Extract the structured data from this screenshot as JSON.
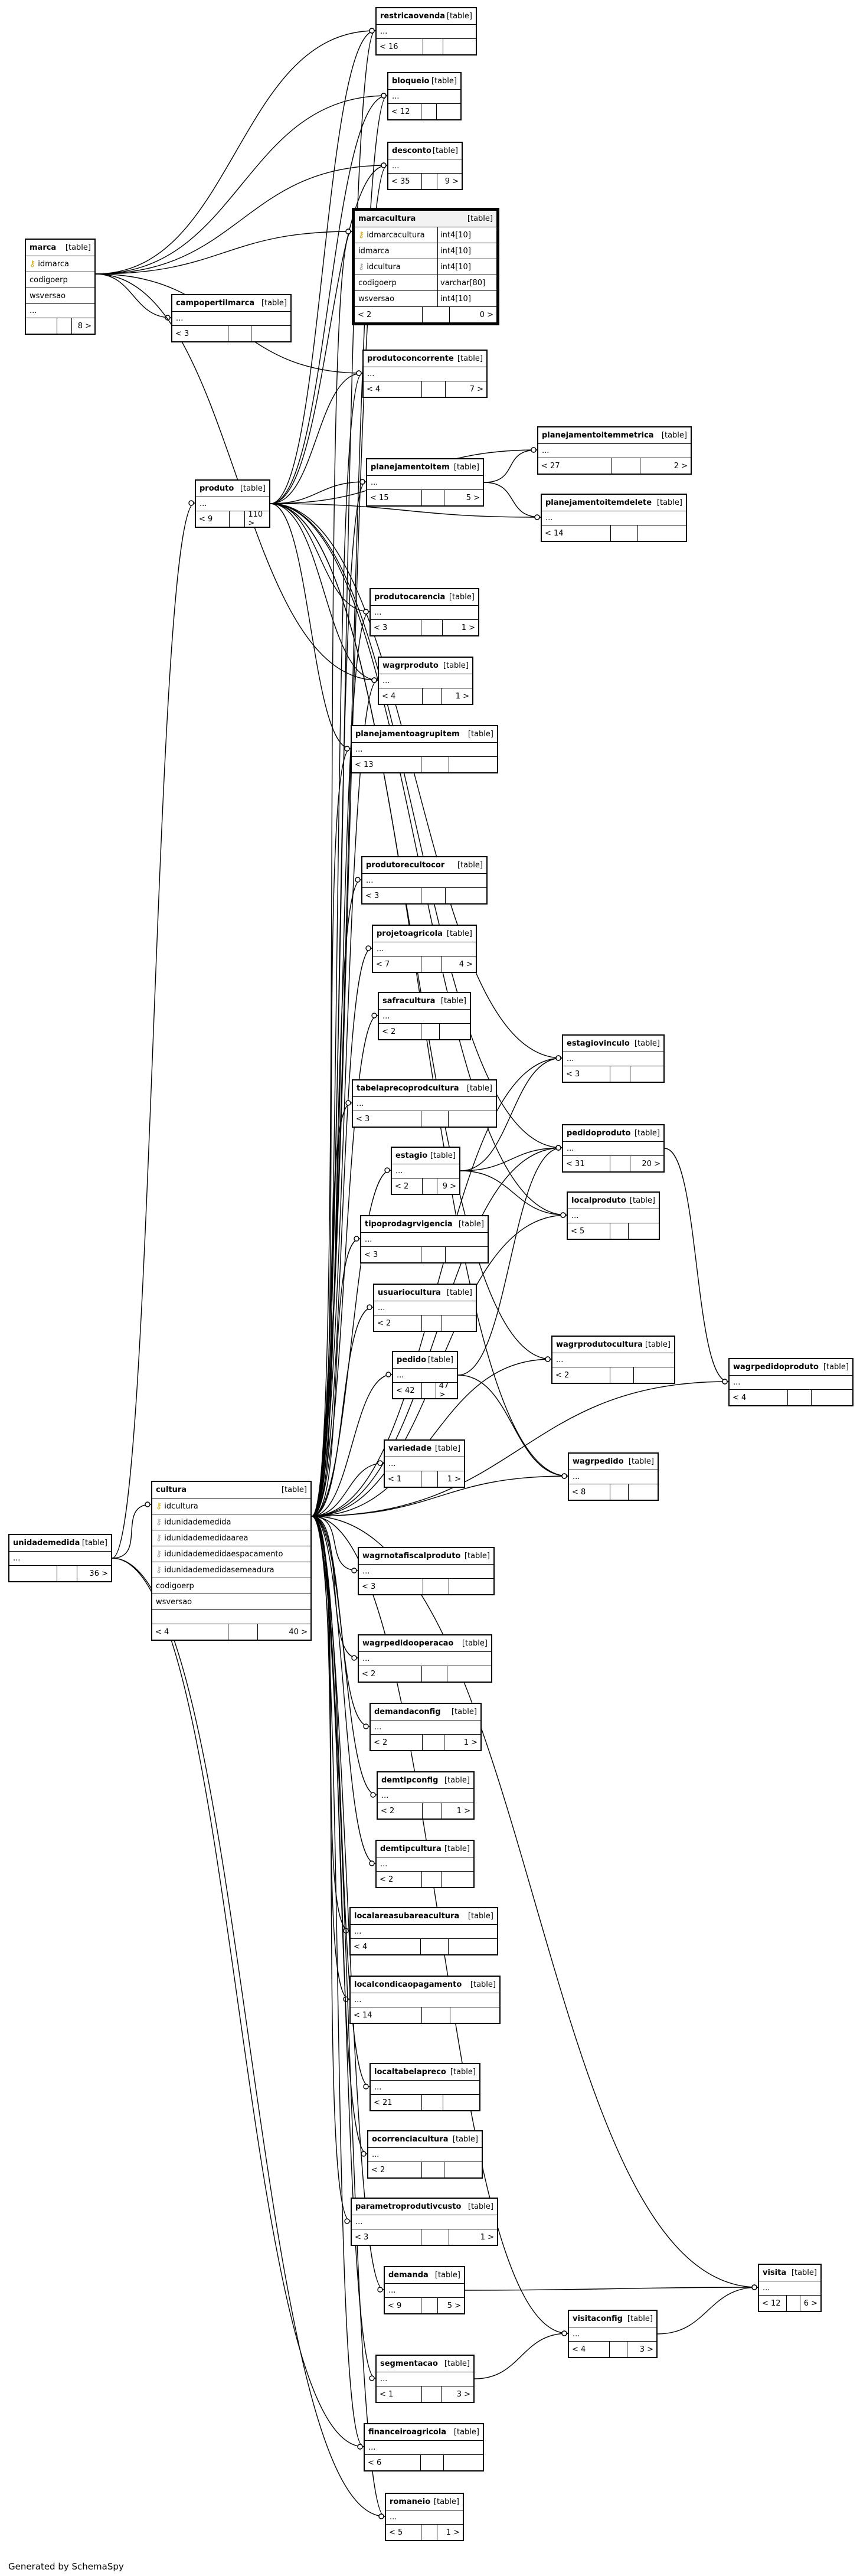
{
  "footer": "Generated by SchemaSpy",
  "tables": {
    "restricaovenda": {
      "name": "restricaovenda",
      "type": "[table]",
      "ell": "...",
      "left": "< 16",
      "right": ""
    },
    "bloqueio": {
      "name": "bloqueio",
      "type": "[table]",
      "ell": "...",
      "left": "< 12",
      "right": ""
    },
    "desconto": {
      "name": "desconto",
      "type": "[table]",
      "ell": "...",
      "left": "< 35",
      "right": "9 >"
    },
    "marcacultura": {
      "name": "marcacultura",
      "type": "[table]",
      "left": "< 2",
      "right": "0 >",
      "columns": [
        {
          "name": "idmarcacultura",
          "type": "int4[10]",
          "pk": true
        },
        {
          "name": "idmarca",
          "type": "int4[10]",
          "pk": false
        },
        {
          "name": "idcultura",
          "type": "int4[10]",
          "pk": false
        },
        {
          "name": "codigoerp",
          "type": "varchar[80]",
          "pk": false
        },
        {
          "name": "wsversao",
          "type": "int4[10]",
          "pk": false
        }
      ]
    },
    "marca": {
      "name": "marca",
      "type": "[table]",
      "left": "",
      "right": "8 >",
      "columns": [
        {
          "name": "idmarca",
          "pk": true
        },
        {
          "name": "codigoerp",
          "pk": false
        },
        {
          "name": "wsversao",
          "pk": false
        },
        {
          "name": "...",
          "pk": false
        }
      ]
    },
    "campopertilmarca": {
      "name": "campopertilmarca",
      "type": "[table]",
      "ell": "...",
      "left": "< 3",
      "right": ""
    },
    "produtoconcorrente": {
      "name": "produtoconcorrente",
      "type": "[table]",
      "ell": "...",
      "left": "< 4",
      "right": "7 >"
    },
    "planejamentoitemmetrica": {
      "name": "planejamentoitemmetrica",
      "type": "[table]",
      "ell": "...",
      "left": "< 27",
      "right": "2 >"
    },
    "planejamentoitem": {
      "name": "planejamentoitem",
      "type": "[table]",
      "ell": "...",
      "left": "< 15",
      "right": "5 >"
    },
    "planejamentoitemdelete": {
      "name": "planejamentoitemdelete",
      "type": "[table]",
      "ell": "...",
      "left": "< 14",
      "right": ""
    },
    "produto": {
      "name": "produto",
      "type": "[table]",
      "ell": "...",
      "left": "< 9",
      "right": "110 >"
    },
    "produtocarencia": {
      "name": "produtocarencia",
      "type": "[table]",
      "ell": "...",
      "left": "< 3",
      "right": "1 >"
    },
    "wagrproduto": {
      "name": "wagrproduto",
      "type": "[table]",
      "ell": "...",
      "left": "< 4",
      "right": "1 >"
    },
    "planejamentoagrupitem": {
      "name": "planejamentoagrupitem",
      "type": "[table]",
      "ell": "...",
      "left": "< 13",
      "right": ""
    },
    "produtorecultocor": {
      "name": "produtorecultocor",
      "type": "[table]",
      "ell": "...",
      "left": "< 3",
      "right": ""
    },
    "projetoagricola": {
      "name": "projetoagricola",
      "type": "[table]",
      "ell": "...",
      "left": "< 7",
      "right": "4 >"
    },
    "safracultura": {
      "name": "safracultura",
      "type": "[table]",
      "ell": "...",
      "left": "< 2",
      "right": ""
    },
    "estagiovinculo": {
      "name": "estagiovinculo",
      "type": "[table]",
      "ell": "...",
      "left": "< 3",
      "right": ""
    },
    "tabelaprecoprodcultura": {
      "name": "tabelaprecoprodcultura",
      "type": "[table]",
      "ell": "...",
      "left": "< 3",
      "right": ""
    },
    "pedidoproduto": {
      "name": "pedidoproduto",
      "type": "[table]",
      "ell": "...",
      "left": "< 31",
      "right": "20 >"
    },
    "estagio": {
      "name": "estagio",
      "type": "[table]",
      "ell": "...",
      "left": "< 2",
      "right": "9 >"
    },
    "localproduto": {
      "name": "localproduto",
      "type": "[table]",
      "ell": "...",
      "left": "< 5",
      "right": ""
    },
    "tipoprodagrvigencia": {
      "name": "tipoprodagrvigencia",
      "type": "[table]",
      "ell": "...",
      "left": "< 3",
      "right": ""
    },
    "usuariocultura": {
      "name": "usuariocultura",
      "type": "[table]",
      "ell": "...",
      "left": "< 2",
      "right": ""
    },
    "pedido": {
      "name": "pedido",
      "type": "[table]",
      "ell": "...",
      "left": "< 42",
      "right": "47 >"
    },
    "wagrprodutocultura": {
      "name": "wagrprodutocultura",
      "type": "[table]",
      "ell": "...",
      "left": "< 2",
      "right": ""
    },
    "wagrpedidoproduto": {
      "name": "wagrpedidoproduto",
      "type": "[table]",
      "ell": "...",
      "left": "< 4",
      "right": ""
    },
    "variedade": {
      "name": "variedade",
      "type": "[table]",
      "ell": "...",
      "left": "< 1",
      "right": "1 >"
    },
    "wagrpedido": {
      "name": "wagrpedido",
      "type": "[table]",
      "ell": "...",
      "left": "< 8",
      "right": ""
    },
    "cultura": {
      "name": "cultura",
      "type": "[table]",
      "left": "< 4",
      "right": "40 >",
      "columns": [
        {
          "name": "idcultura",
          "pk": true
        },
        {
          "name": "idunidademedida",
          "pk": false,
          "fk": true
        },
        {
          "name": "idunidademedidaarea",
          "pk": false,
          "fk": true
        },
        {
          "name": "idunidademedidaespacamento",
          "pk": false,
          "fk": true
        },
        {
          "name": "idunidademedidasemeadura",
          "pk": false,
          "fk": true
        },
        {
          "name": "codigoerp",
          "pk": false
        },
        {
          "name": "wsversao",
          "pk": false
        }
      ]
    },
    "unidademedida": {
      "name": "unidademedida",
      "type": "[table]",
      "ell": "...",
      "left": "",
      "right": "36 >"
    },
    "wagrnotafiscalproduto": {
      "name": "wagrnotafiscalproduto",
      "type": "[table]",
      "ell": "...",
      "left": "< 3",
      "right": ""
    },
    "wagrpedidooperacao": {
      "name": "wagrpedidooperacao",
      "type": "[table]",
      "ell": "...",
      "left": "< 2",
      "right": ""
    },
    "demandaconfig": {
      "name": "demandaconfig",
      "type": "[table]",
      "ell": "...",
      "left": "< 2",
      "right": "1 >"
    },
    "demtipconfig": {
      "name": "demtipconfig",
      "type": "[table]",
      "ell": "...",
      "left": "< 2",
      "right": "1 >"
    },
    "demtipcultura": {
      "name": "demtipcultura",
      "type": "[table]",
      "ell": "...",
      "left": "< 2",
      "right": ""
    },
    "localareasubareacultura": {
      "name": "localareasubareacultura",
      "type": "[table]",
      "ell": "...",
      "left": "< 4",
      "right": ""
    },
    "localcondicaopagamento": {
      "name": "localcondicaopagamento",
      "type": "[table]",
      "ell": "...",
      "left": "< 14",
      "right": ""
    },
    "localtabelapreco": {
      "name": "localtabelapreco",
      "type": "[table]",
      "ell": "...",
      "left": "< 21",
      "right": ""
    },
    "ocorrenciacultura": {
      "name": "ocorrenciacultura",
      "type": "[table]",
      "ell": "...",
      "left": "< 2",
      "right": ""
    },
    "parametroprodutivcusto": {
      "name": "parametroprodutivcusto",
      "type": "[table]",
      "ell": "...",
      "left": "< 3",
      "right": "1 >"
    },
    "demanda": {
      "name": "demanda",
      "type": "[table]",
      "ell": "...",
      "left": "< 9",
      "right": "5 >"
    },
    "visita": {
      "name": "visita",
      "type": "[table]",
      "ell": "...",
      "left": "< 12",
      "right": "6 >"
    },
    "visitaconfig": {
      "name": "visitaconfig",
      "type": "[table]",
      "ell": "...",
      "left": "< 4",
      "right": "3 >"
    },
    "segmentacao": {
      "name": "segmentacao",
      "type": "[table]",
      "ell": "...",
      "left": "< 1",
      "right": "3 >"
    },
    "financeiroagricola": {
      "name": "financeiroagricola",
      "type": "[table]",
      "ell": "...",
      "left": "< 6",
      "right": ""
    },
    "romaneio": {
      "name": "romaneio",
      "type": "[table]",
      "ell": "...",
      "left": "< 5",
      "right": "1 >"
    }
  },
  "edges": [
    [
      "marca",
      "restricaovenda"
    ],
    [
      "marca",
      "bloqueio"
    ],
    [
      "marca",
      "desconto"
    ],
    [
      "marca",
      "marcacultura"
    ],
    [
      "marca",
      "campopertilmarca"
    ],
    [
      "marca",
      "produtoconcorrente"
    ],
    [
      "marca",
      "wagrproduto"
    ],
    [
      "produto",
      "restricaovenda"
    ],
    [
      "produto",
      "bloqueio"
    ],
    [
      "produto",
      "desconto"
    ],
    [
      "produto",
      "produtoconcorrente"
    ],
    [
      "produto",
      "planejamentoitem"
    ],
    [
      "produto",
      "planejamentoitemmetrica"
    ],
    [
      "produto",
      "planejamentoitemdelete"
    ],
    [
      "produto",
      "produtocarencia"
    ],
    [
      "produto",
      "wagrproduto"
    ],
    [
      "produto",
      "planejamentoagrupitem"
    ],
    [
      "produto",
      "estagiovinculo"
    ],
    [
      "produto",
      "pedidoproduto"
    ],
    [
      "produto",
      "localproduto"
    ],
    [
      "produto",
      "wagrprodutocultura"
    ],
    [
      "produto",
      "wagrpedido"
    ],
    [
      "planejamentoitem",
      "planejamentoitemmetrica"
    ],
    [
      "planejamentoitem",
      "planejamentoitemdelete"
    ],
    [
      "estagio",
      "estagiovinculo"
    ],
    [
      "estagio",
      "pedidoproduto"
    ],
    [
      "estagio",
      "localproduto"
    ],
    [
      "pedido",
      "pedidoproduto"
    ],
    [
      "pedido",
      "wagrpedido"
    ],
    [
      "pedidoproduto",
      "wagrpedidoproduto"
    ],
    [
      "demanda",
      "visita"
    ],
    [
      "visitaconfig",
      "visita"
    ],
    [
      "segmentacao",
      "visitaconfig"
    ],
    [
      "unidademedida",
      "cultura"
    ],
    [
      "unidademedida",
      "produto"
    ],
    [
      "unidademedida",
      "romaneio"
    ],
    [
      "unidademedida",
      "financeiroagricola"
    ],
    [
      "cultura",
      "marcacultura"
    ],
    [
      "cultura",
      "restricaovenda"
    ],
    [
      "cultura",
      "bloqueio"
    ],
    [
      "cultura",
      "desconto"
    ],
    [
      "cultura",
      "produtoconcorrente"
    ],
    [
      "cultura",
      "planejamentoitem"
    ],
    [
      "cultura",
      "produtocarencia"
    ],
    [
      "cultura",
      "wagrproduto"
    ],
    [
      "cultura",
      "planejamentoagrupitem"
    ],
    [
      "cultura",
      "produtorecultocor"
    ],
    [
      "cultura",
      "projetoagricola"
    ],
    [
      "cultura",
      "safracultura"
    ],
    [
      "cultura",
      "estagiovinculo"
    ],
    [
      "cultura",
      "tabelaprecoprodcultura"
    ],
    [
      "cultura",
      "pedidoproduto"
    ],
    [
      "cultura",
      "estagio"
    ],
    [
      "cultura",
      "localproduto"
    ],
    [
      "cultura",
      "tipoprodagrvigencia"
    ],
    [
      "cultura",
      "usuariocultura"
    ],
    [
      "cultura",
      "pedido"
    ],
    [
      "cultura",
      "wagrprodutocultura"
    ],
    [
      "cultura",
      "wagrpedidoproduto"
    ],
    [
      "cultura",
      "variedade"
    ],
    [
      "cultura",
      "wagrpedido"
    ],
    [
      "cultura",
      "wagrnotafiscalproduto"
    ],
    [
      "cultura",
      "wagrpedidooperacao"
    ],
    [
      "cultura",
      "demandaconfig"
    ],
    [
      "cultura",
      "demtipconfig"
    ],
    [
      "cultura",
      "demtipcultura"
    ],
    [
      "cultura",
      "localareasubareacultura"
    ],
    [
      "cultura",
      "localcondicaopagamento"
    ],
    [
      "cultura",
      "localtabelapreco"
    ],
    [
      "cultura",
      "ocorrenciacultura"
    ],
    [
      "cultura",
      "parametroprodutivcusto"
    ],
    [
      "cultura",
      "demanda"
    ],
    [
      "cultura",
      "visita"
    ],
    [
      "cultura",
      "visitaconfig"
    ],
    [
      "cultura",
      "segmentacao"
    ],
    [
      "cultura",
      "financeiroagricola"
    ],
    [
      "cultura",
      "romaneio"
    ]
  ]
}
